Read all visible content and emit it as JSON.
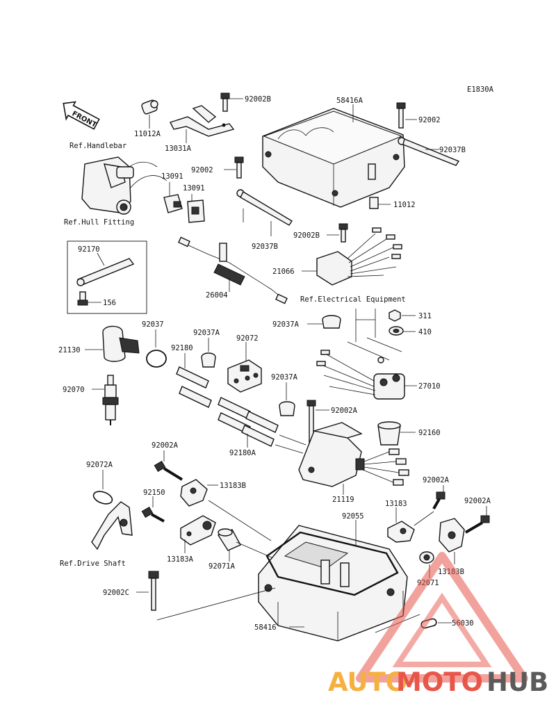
{
  "diagram_code": "E1830A",
  "front_label": "FRONT",
  "refs": {
    "handlebar": "Ref.Handlebar",
    "hull_fitting": "Ref.Hull Fitting",
    "electrical_equipment": "Ref.Electrical Equipment",
    "drive_shaft": "Ref.Drive Shaft"
  },
  "parts": {
    "p92002B_a": "92002B",
    "p58416A": "58416A",
    "p92002_a": "92002",
    "p92037B_a": "92037B",
    "p11012A": "11012A",
    "p13031A": "13031A",
    "p92002_b": "92002",
    "p13091_a": "13091",
    "p13091_b": "13091",
    "p11012": "11012",
    "p92037B_b": "92037B",
    "p92002B_b": "92002B",
    "p92170": "92170",
    "p156": "156",
    "p21066": "21066",
    "p26004": "26004",
    "p311": "311",
    "p410": "410",
    "p92037": "92037",
    "p92037A_a": "92037A",
    "p92072": "92072",
    "p92037A_b": "92037A",
    "p21130": "21130",
    "p92180": "92180",
    "p27010": "27010",
    "p92070": "92070",
    "p92037A_c": "92037A",
    "p92002A_a": "92002A",
    "p92160": "92160",
    "p92180A": "92180A",
    "p92002A_b": "92002A",
    "p13183B_a": "13183B",
    "p92072A": "92072A",
    "p21119": "21119",
    "p92002A_c": "92002A",
    "p92150": "92150",
    "p13183": "13183",
    "p92002A_d": "92002A",
    "p92055": "92055",
    "p13183A": "13183A",
    "p92071A": "92071A",
    "p13183B_b": "13183B",
    "p92071": "92071",
    "p92002C": "92002C",
    "p56030": "56030",
    "p58416": "58416"
  },
  "watermark": {
    "auto": "AUTO",
    "moto": "MOTO",
    "hub": "HUB",
    "colors": {
      "auto": "#f5b040",
      "moto": "#e8564a",
      "hub": "#5a5a5a",
      "triangle": "#e8564a"
    }
  }
}
